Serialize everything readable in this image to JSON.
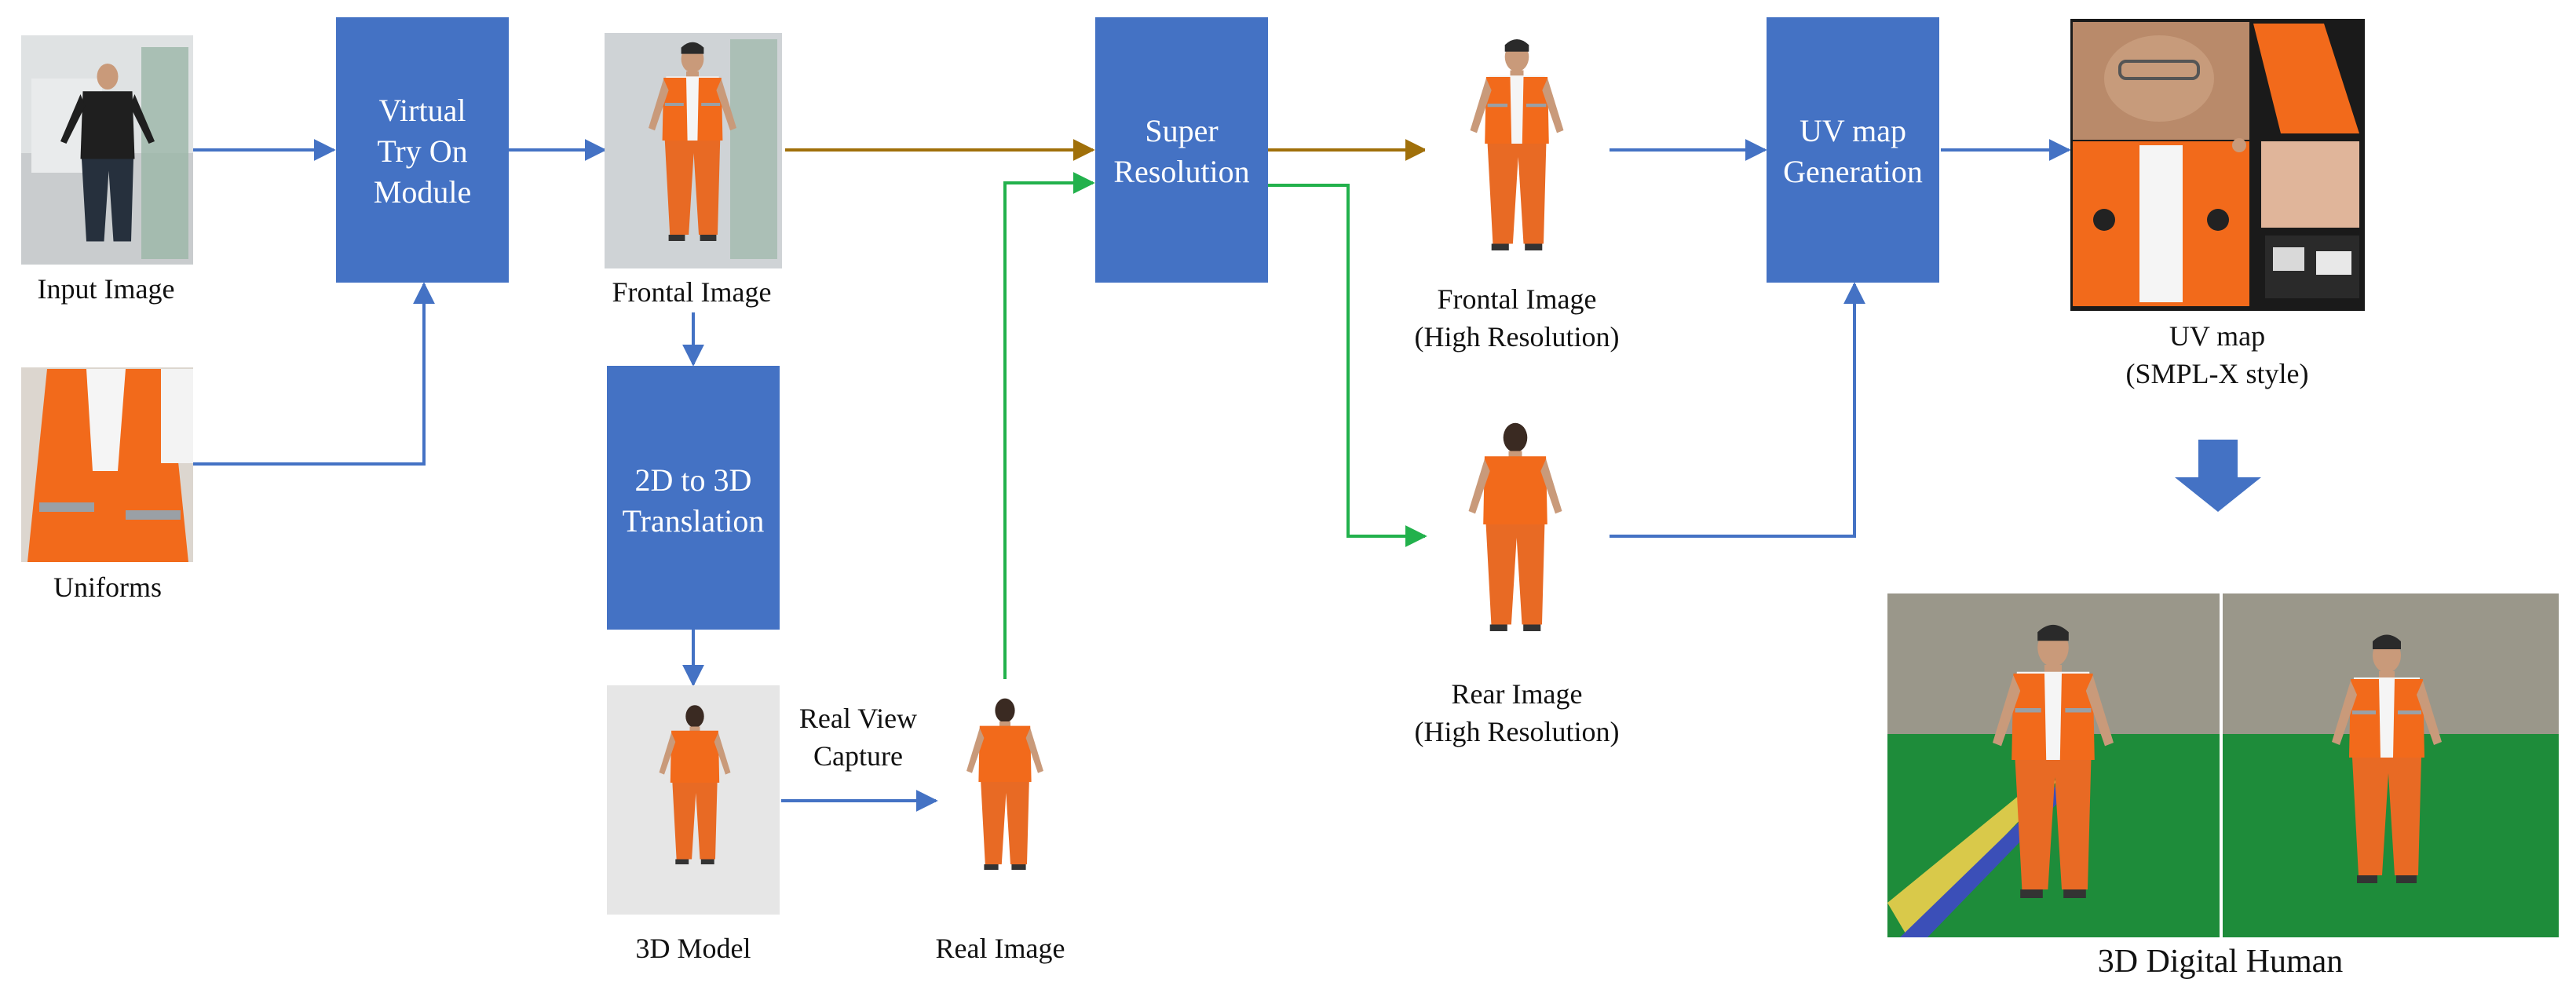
{
  "colors": {
    "box": "#4472C4",
    "arrow_blue": "#4472C4",
    "arrow_brown": "#A0700A",
    "arrow_green": "#22B14C",
    "vest": "#F26A1B",
    "pants": "#E86A24",
    "floor_green": "#1E8C3A"
  },
  "modules": {
    "virtual_try_on": [
      "Virtual",
      "Try On",
      "Module"
    ],
    "translation_2d3d": [
      "2D to 3D",
      "Translation"
    ],
    "super_resolution": [
      "Super",
      "Resolution"
    ],
    "uv_generation": [
      "UV map",
      "Generation"
    ]
  },
  "captions": {
    "input_image": "Input Image",
    "uniforms": "Uniforms",
    "frontal_image": "Frontal Image",
    "model_3d": "3D Model",
    "real_view_capture": [
      "Real View",
      "Capture"
    ],
    "real_image": "Real Image",
    "frontal_hr": [
      "Frontal Image",
      "(High Resolution)"
    ],
    "rear_hr": [
      "Rear Image",
      "(High Resolution)"
    ],
    "uv_map": [
      "UV map",
      "(SMPL-X style)"
    ],
    "digital_human": "3D Digital Human"
  },
  "icons": {
    "down_arrow": "down-arrow-icon"
  }
}
